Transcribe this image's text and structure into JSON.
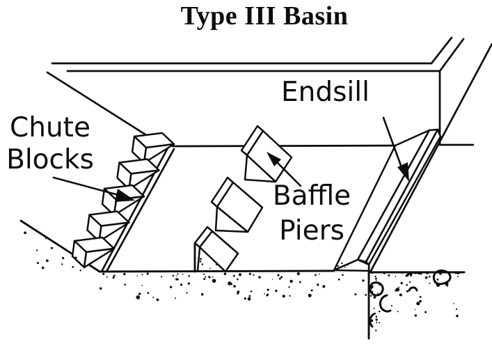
{
  "title": "Type III Basin",
  "labels": {
    "chute_blocks": [
      "Chute",
      "Blocks"
    ],
    "baffle_piers": [
      "Baffle",
      "Piers"
    ],
    "endsill": "Endsill"
  },
  "colors": {
    "ink": "#0d0d0d",
    "paper": "#ffffff"
  }
}
